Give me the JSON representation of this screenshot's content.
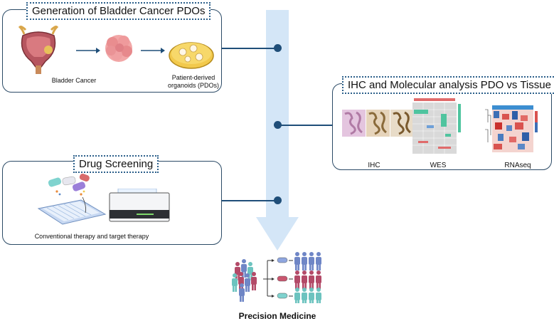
{
  "panels": {
    "generation": {
      "title": "Generation of Bladder Cancer PDOs",
      "bladder_label": "Bladder Cancer",
      "organoid_label_line1": "Patient-derived",
      "organoid_label_line2": "organoids (PDOs)"
    },
    "analysis": {
      "title": "IHC and Molecular analysis PDO vs Tissue",
      "ihc_label": "IHC",
      "wes_label": "WES",
      "rnaseq_label": "RNAseq"
    },
    "screening": {
      "title": "Drug Screening",
      "caption": "Conventional therapy and target therapy"
    }
  },
  "outcome": {
    "label": "Precision Medicine"
  },
  "colors": {
    "arrow": "#d4e6f7",
    "connector": "#1f4e79",
    "panel_border": "#2b4a66",
    "tag_border": "#2b5f8a",
    "group_blue": "#6f86c6",
    "group_red": "#b34a68",
    "group_teal": "#6cc3bf"
  }
}
